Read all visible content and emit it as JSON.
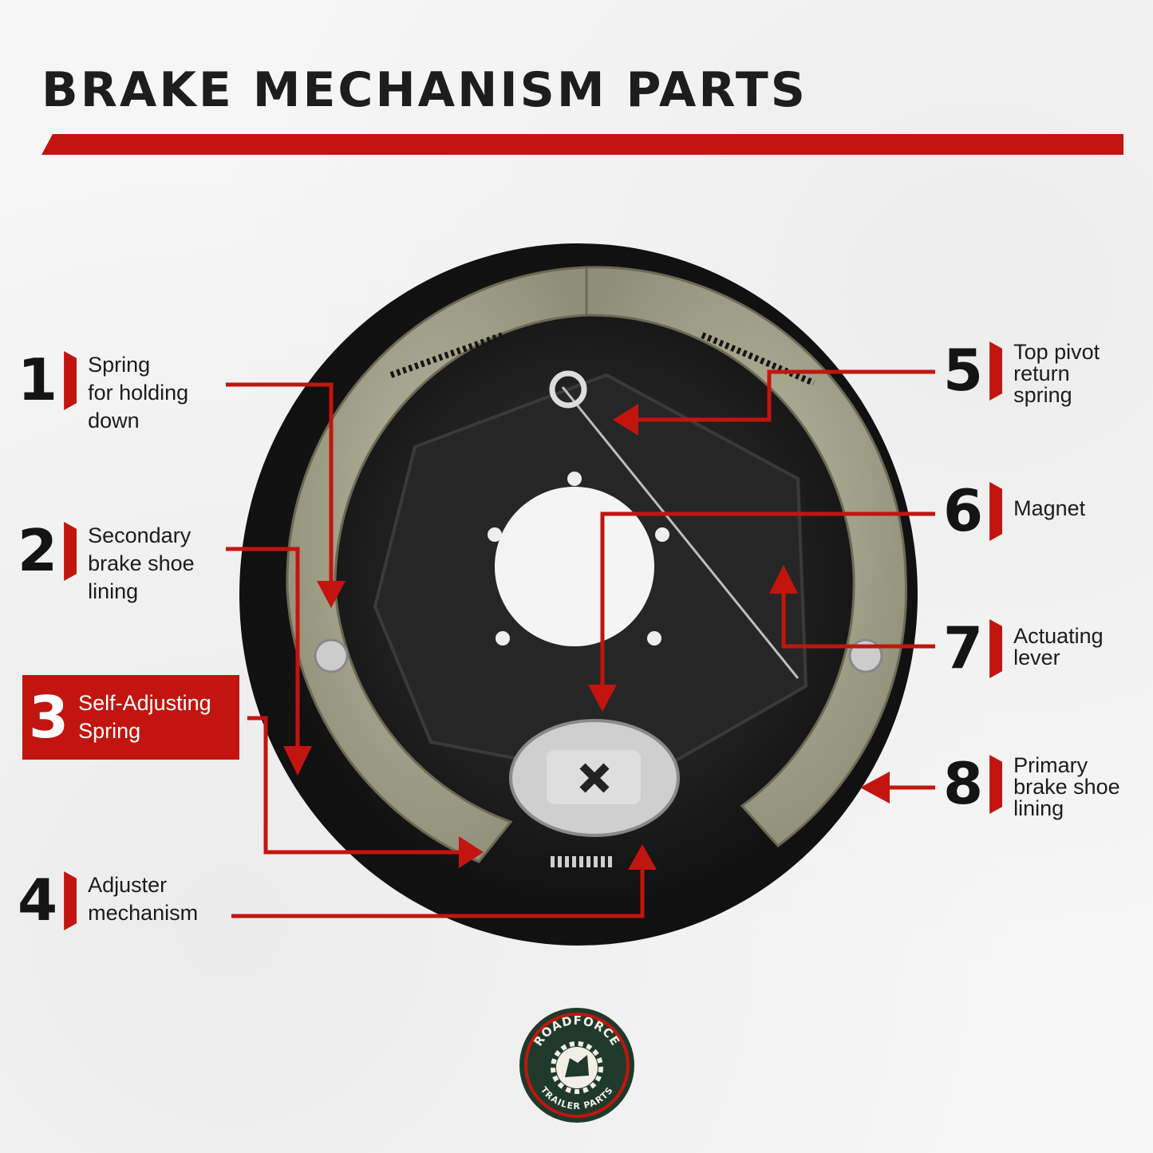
{
  "title": "BRAKE MECHANISM PARTS",
  "colors": {
    "accent": "#c2150f",
    "text": "#1b1b1b",
    "logo_ring": "#1f3a2a"
  },
  "parts": [
    {
      "number": "1",
      "lines": [
        "Spring",
        "for holding",
        "down"
      ]
    },
    {
      "number": "2",
      "lines": [
        "Secondary",
        "brake shoe",
        "lining"
      ]
    },
    {
      "number": "3",
      "lines": [
        "Self-Adjusting",
        "Spring"
      ]
    },
    {
      "number": "4",
      "lines": [
        "Adjuster",
        "mechanism"
      ]
    },
    {
      "number": "5",
      "lines": [
        "Top pivot",
        "return",
        "spring"
      ]
    },
    {
      "number": "6",
      "lines": [
        "Magnet"
      ]
    },
    {
      "number": "7",
      "lines": [
        "Actuating",
        "lever"
      ]
    },
    {
      "number": "8",
      "lines": [
        "Primary",
        "brake shoe",
        "lining"
      ]
    }
  ],
  "logo": {
    "top_text": "ROADFORCE",
    "bottom_text": "TRAILER PARTS",
    "icon": "gear-wolf-icon"
  }
}
